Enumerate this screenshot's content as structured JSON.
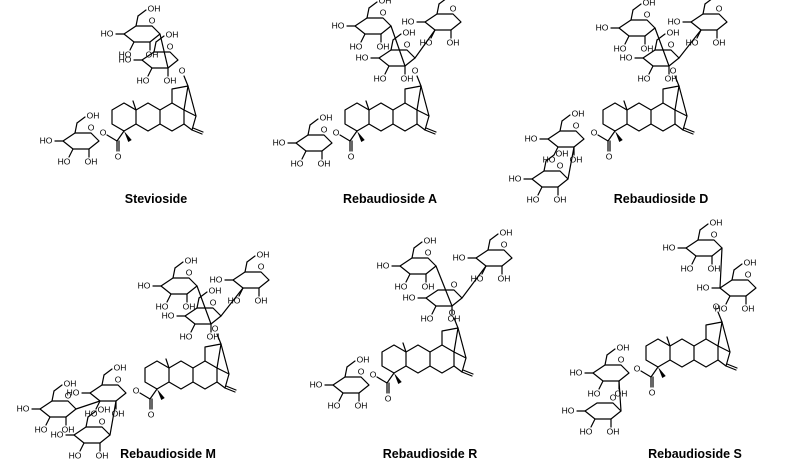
{
  "figure": {
    "compounds": [
      {
        "name": "Stevioside",
        "sugars": 3
      },
      {
        "name": "Rebaudioside A",
        "sugars": 4
      },
      {
        "name": "Rebaudioside D",
        "sugars": 5
      },
      {
        "name": "Rebaudioside M",
        "sugars": 6
      },
      {
        "name": "Rebaudioside R",
        "sugars": 4
      },
      {
        "name": "Rebaudioside S",
        "sugars": 4
      }
    ],
    "atom_labels": {
      "oh": "OH",
      "ho": "HO",
      "o": "O"
    },
    "colors": {
      "ink": "#000000",
      "background": "#ffffff"
    }
  }
}
